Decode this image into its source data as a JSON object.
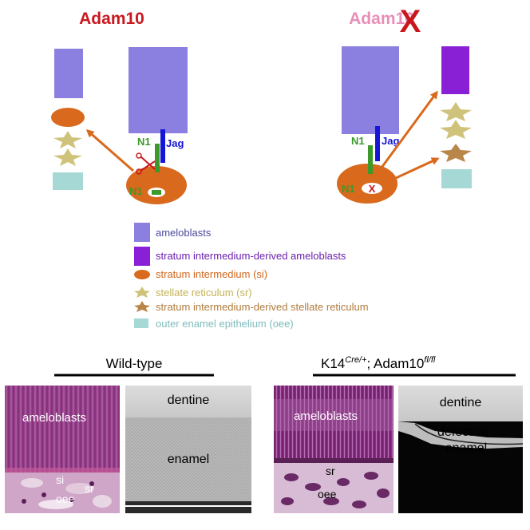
{
  "panels": {
    "left_title": "Adam10",
    "right_title": "Adam10",
    "notch_label": "N1",
    "ligand_label": "Jag",
    "nicd_label": "N1",
    "knockout_mark": "X"
  },
  "legend": [
    {
      "text": "ameloblasts",
      "color": "#4b4a9e",
      "swatch": "rect",
      "fill": "#8b7fe0"
    },
    {
      "text": "stratum intermedium-derived ameloblasts",
      "color": "#6a1fb0",
      "swatch": "rect",
      "fill": "#8a20d6"
    },
    {
      "text": "stratum intermedium (si)",
      "color": "#d0661b",
      "swatch": "ellipse",
      "fill": "#d9691c"
    },
    {
      "text": "stellate reticulum (sr)",
      "color": "#c2b35a",
      "swatch": "star",
      "fill": "#cfc27a"
    },
    {
      "text": "stratum intermedium-derived stellate reticulum",
      "color": "#b07a3c",
      "swatch": "star",
      "fill": "#b9864a"
    },
    {
      "text": "outer enamel epithelium (oee)",
      "color": "#7fbcbc",
      "swatch": "rect",
      "fill": "#a6d9d6"
    }
  ],
  "captions": {
    "wildtype": "Wild-type",
    "mutant_base": "K14",
    "mutant_sup1": "Cre/+",
    "mutant_mid": "; Adam10",
    "mutant_sup2": "fl/fl"
  },
  "micrographs": {
    "wt_histo": {
      "ameloblasts": "ameloblasts",
      "si": "si",
      "sr": "sr",
      "oee": "oee"
    },
    "wt_sem": {
      "dentine": "dentine",
      "enamel": "enamel"
    },
    "mut_histo": {
      "ameloblasts": "ameloblasts",
      "sr": "sr",
      "oee": "oee"
    },
    "mut_sem": {
      "dentine": "dentine",
      "defective1": "defective",
      "defective2": "enamel"
    }
  },
  "colors": {
    "red": "#c8181e",
    "pink": "#e88fb8",
    "ameloblast": "#8b7fe0",
    "si_ameloblast": "#8a20d6",
    "si": "#d9691c",
    "sr": "#cfc27a",
    "si_sr": "#b9864a",
    "oee": "#a6d9d6",
    "notch": "#3c9a2a",
    "jag": "#1515d8",
    "arrow": "#d9691c"
  }
}
